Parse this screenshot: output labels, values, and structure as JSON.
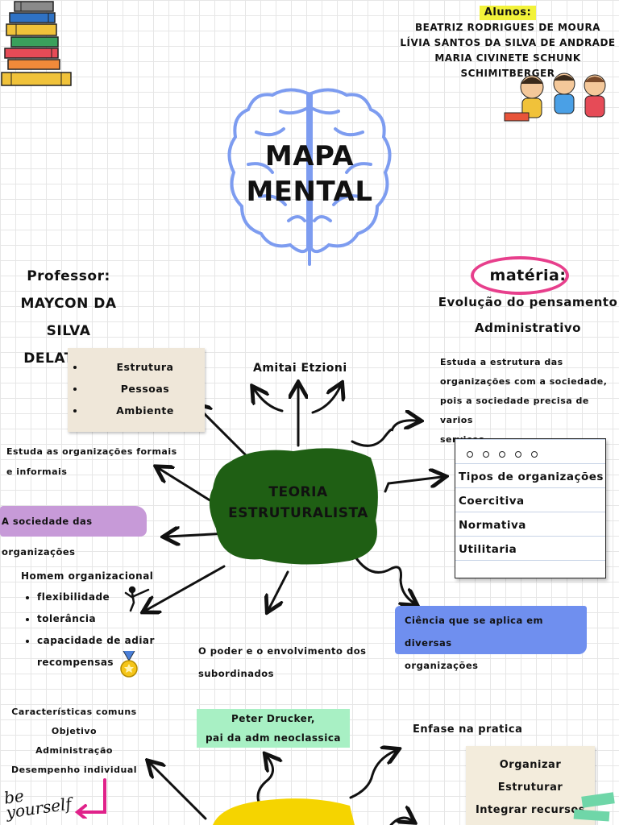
{
  "students": {
    "heading": "Alunos:",
    "names": [
      "BEATRIZ RODRIGUES DE MOURA",
      "LÍVIA SANTOS DA SILVA DE ANDRADE",
      "MARIA CIVINETE SCHUNK SCHIMITBERGER"
    ]
  },
  "title": {
    "line1": "MAPA",
    "line2": "MENTAL"
  },
  "professor": {
    "label": "Professor:",
    "name1": "MAYCON DA SILVA",
    "name2": "DELATORRI"
  },
  "materia": {
    "label": "matéria:",
    "line1": "Evolução do pensamento",
    "line2": "Administrativo"
  },
  "center_topic": {
    "line1": "TEORIA",
    "line2": "ESTRUTURALISTA"
  },
  "note_paper": {
    "items": [
      "Estrutura",
      "Pessoas",
      "Ambiente"
    ]
  },
  "author": "Amitai Etzioni",
  "studies_relation": [
    "Estuda a estrutura das",
    "organizações com a sociedade,",
    "pois a sociedade precisa de varios",
    "serviços"
  ],
  "studies_formal": [
    "Estuda as organizações formais",
    "e informais"
  ],
  "society_label": "A sociedade das organizações",
  "org_types": {
    "heading": "Tipos de organizações",
    "items": [
      "Coercitiva",
      "Normativa",
      "Utilitaria"
    ]
  },
  "science_label": [
    "Ciência que se aplica em diversas",
    "organizações"
  ],
  "homem": {
    "heading": "Homem organizacional",
    "items": [
      "flexibilidade",
      "tolerância",
      "capacidade de adiar",
      "recompensas"
    ]
  },
  "poder": [
    "O poder e o envolvimento dos",
    "subordinados"
  ],
  "caracteristicas": [
    "Características comuns",
    "Objetivo",
    "Administração",
    "Desempenho individual"
  ],
  "drucker": [
    "Peter Drucker,",
    "pai da adm neoclassica"
  ],
  "enfase": "Enfase na pratica",
  "practice_note": [
    "Organizar",
    "Estruturar",
    "Integrar recursos"
  ],
  "sticker_text": [
    "be",
    "yourself"
  ],
  "colors": {
    "green_blob": "#1f5f14",
    "purple_highlight": "#c79ad8",
    "blue_label": "#6f8fef",
    "mint_label": "#a8f0c4",
    "yellow_blob": "#f5d400",
    "brain_stroke": "#7d9cf0",
    "pink_circle": "#e73f8c"
  }
}
